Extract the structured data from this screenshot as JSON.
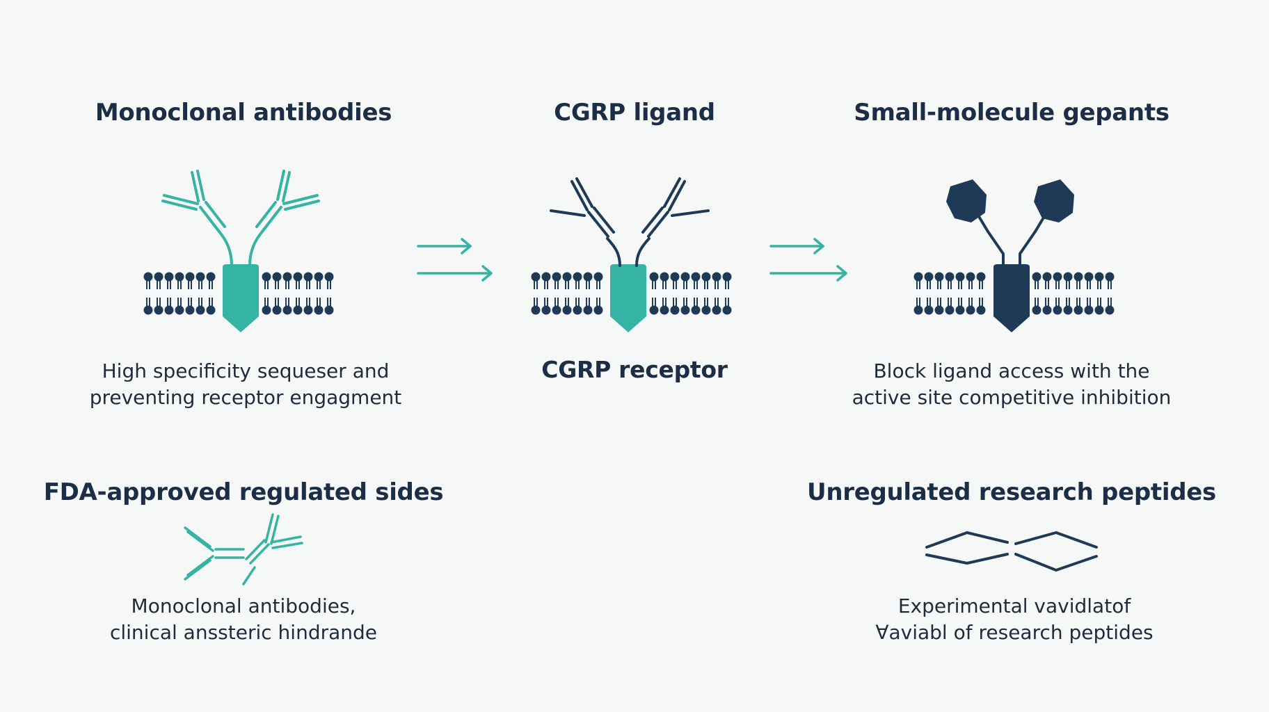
{
  "panels": {
    "mab": {
      "title": "Monoclonal antibodies",
      "desc": [
        "High specificity sequeser and",
        "preventing receptor engagment"
      ]
    },
    "ligand": {
      "title": "CGRP ligand",
      "label": "CGRP receptor"
    },
    "gepant": {
      "title": "Small-molecule gepants",
      "desc": [
        "Block ligand access with the",
        "active site competitive inhibition"
      ]
    },
    "fda": {
      "title": "FDA-approved regulated sides",
      "desc": [
        "Monoclonal antibodies,",
        "clinical anssteric hindrande"
      ]
    },
    "peptides": {
      "title": "Unregulated research peptides",
      "desc": [
        "Experimental vavidlatof",
        "∀aviabl of research peptides"
      ]
    }
  },
  "colors": {
    "teal": "#35b3a3",
    "navy": "#1e3a56",
    "background": "#f6f7f7"
  },
  "icons": [
    "antibody-receptor-icon",
    "ligand-receptor-icon",
    "gepant-receptor-icon",
    "antibody-icon",
    "peptide-icon",
    "arrow-icon"
  ]
}
